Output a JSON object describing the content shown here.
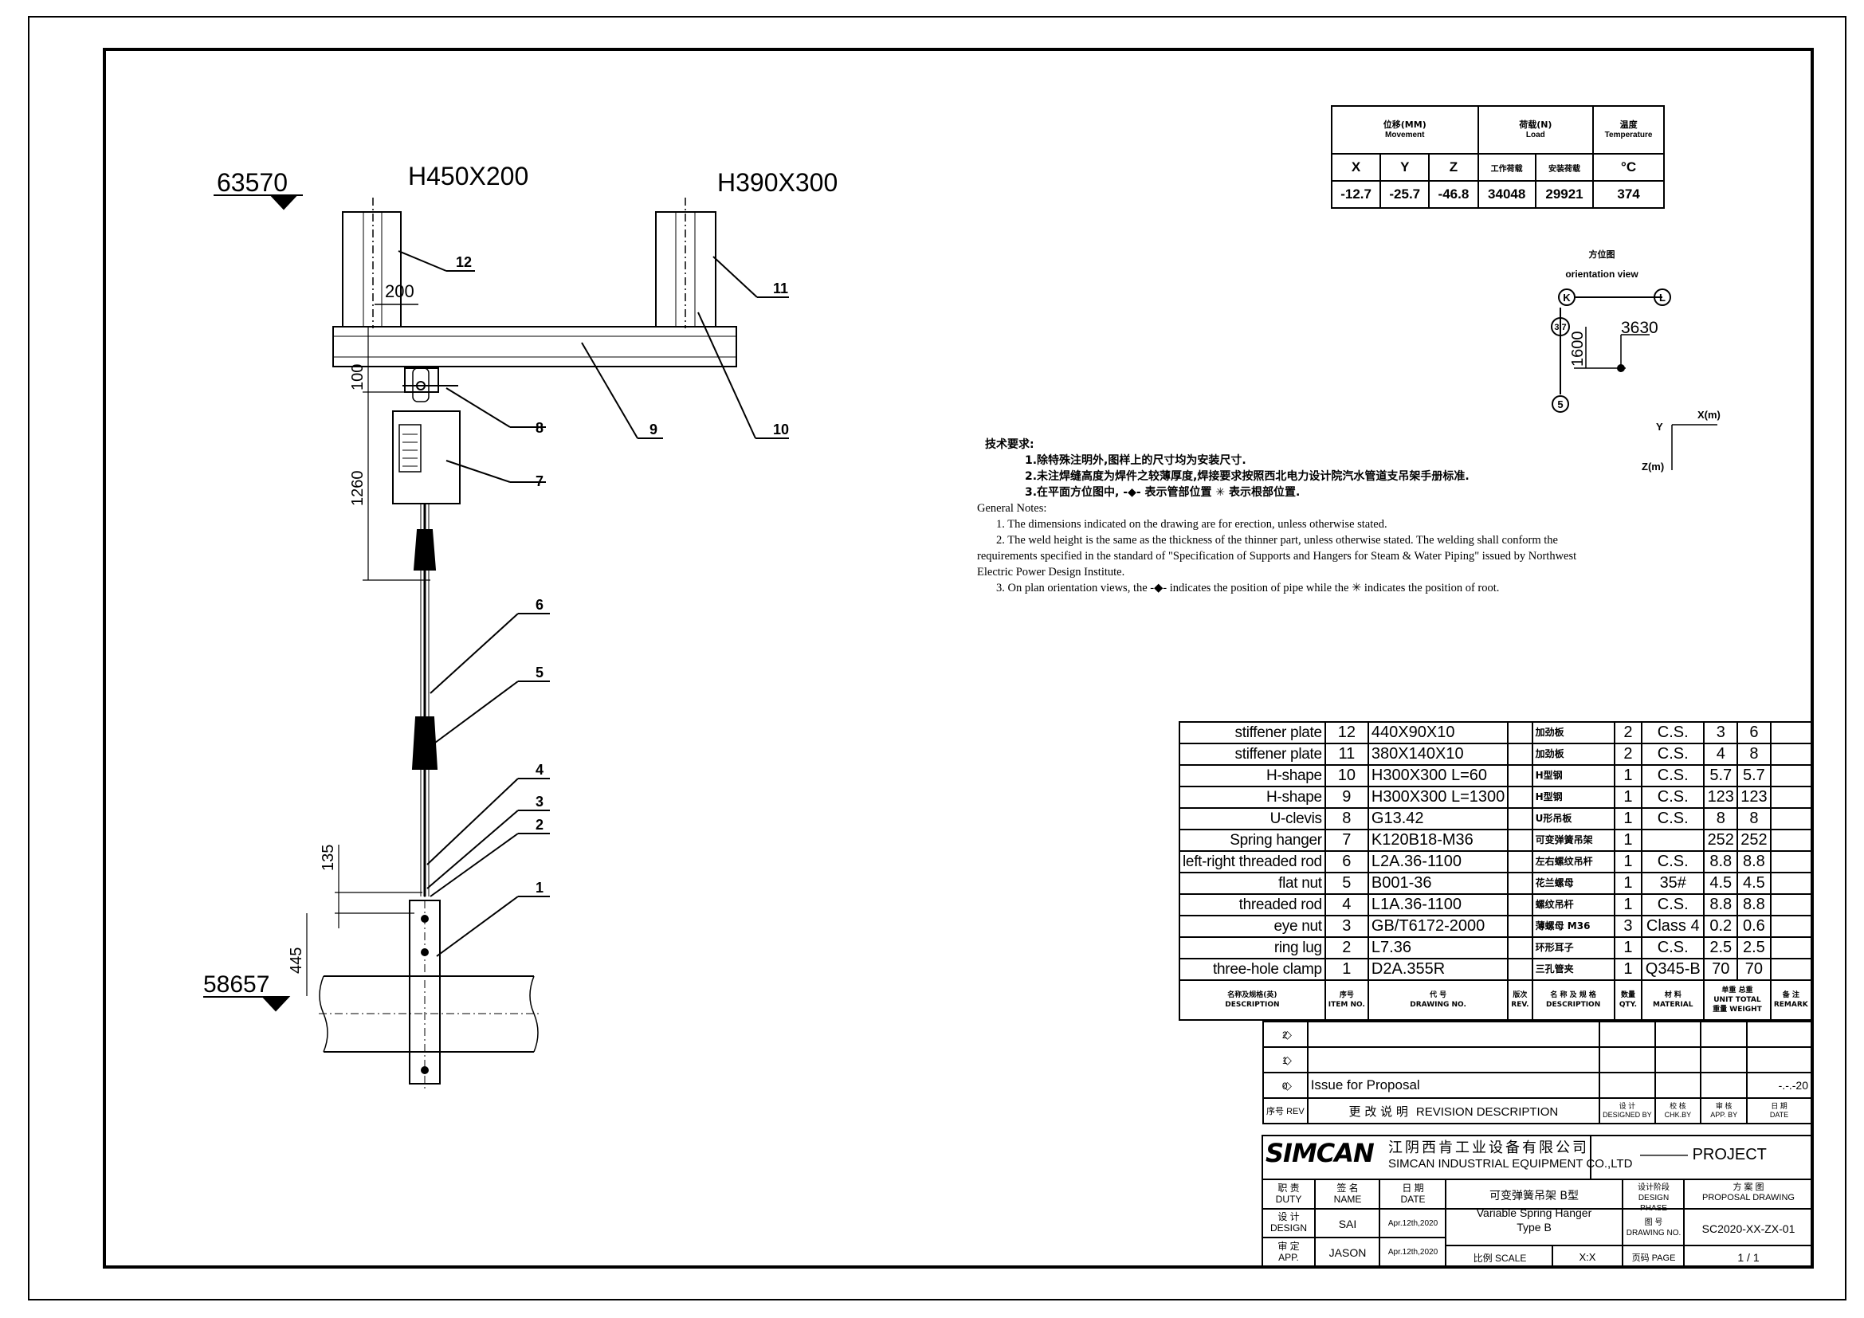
{
  "elevations": {
    "top": "63570",
    "bottom": "58657"
  },
  "beams": {
    "left": "H450X200",
    "right": "H390X300"
  },
  "dims": {
    "d200": "200",
    "d100": "100",
    "d1260": "1260",
    "d135": "135",
    "d445": "445"
  },
  "callouts": [
    "1",
    "2",
    "3",
    "4",
    "5",
    "6",
    "7",
    "8",
    "9",
    "10",
    "11",
    "12"
  ],
  "movement_table": {
    "movement": "位移(MM)",
    "movement_en": "Movement",
    "load": "荷载(N)",
    "load_en": "Load",
    "temp": "温度",
    "temp_en": "Temperature",
    "x": "X",
    "y": "Y",
    "z": "Z",
    "work_load": "工作荷载",
    "install_load": "安装荷载",
    "unit": "°C",
    "vx": "-12.7",
    "vy": "-25.7",
    "vz": "-46.8",
    "vwork": "34048",
    "vinst": "29921",
    "vtemp": "374"
  },
  "orientation": {
    "title": "方位图",
    "title_en": "orientation view",
    "k": "K",
    "l": "L",
    "c37": "3.7",
    "c5": "5",
    "d3630": "3630",
    "d1600": "1600",
    "axis_x": "X(m)",
    "axis_y": "Y",
    "axis_z": "Z(m)"
  },
  "notes": {
    "cn_title": "技术要求:",
    "cn1": "1.除特殊注明外,图样上的尺寸均为安装尺寸.",
    "cn2": "2.未注焊缝高度为焊件之较薄厚度,焊接要求按照西北电力设计院汽水管道支吊架手册标准.",
    "cn3a": "3.在平面方位图中,",
    "cn3b": "表示管部位置",
    "cn3c": "表示根部位置.",
    "en_title": "General Notes:",
    "en1": "1. The dimensions indicated on the drawing are for erection, unless otherwise stated.",
    "en2": "2. The weld height is the same as the thickness of the thinner part, unless otherwise stated. The welding shall conform the requirements specified in the standard of \"Specification of Supports and Hangers for Steam & Water Piping\" issued by Northwest Electric Power Design Institute.",
    "en3a": "3. On plan orientation views, the",
    "en3b": "indicates the position of pipe while the",
    "en3c": "indicates the position of root."
  },
  "bom": {
    "rows": [
      {
        "name": "stiffener plate",
        "no": "12",
        "dwg": "440X90X10",
        "cn": "加劲板",
        "qty": "2",
        "mat": "C.S.",
        "unit": "3",
        "total": "6",
        "remark": ""
      },
      {
        "name": "stiffener plate",
        "no": "11",
        "dwg": "380X140X10",
        "cn": "加劲板",
        "qty": "2",
        "mat": "C.S.",
        "unit": "4",
        "total": "8",
        "remark": ""
      },
      {
        "name": "H-shape",
        "no": "10",
        "dwg": "H300X300 L=60",
        "cn": "H型钢",
        "qty": "1",
        "mat": "C.S.",
        "unit": "5.7",
        "total": "5.7",
        "remark": ""
      },
      {
        "name": "H-shape",
        "no": "9",
        "dwg": "H300X300 L=1300",
        "cn": "H型钢",
        "qty": "1",
        "mat": "C.S.",
        "unit": "123",
        "total": "123",
        "remark": ""
      },
      {
        "name": "U-clevis",
        "no": "8",
        "dwg": "G13.42",
        "cn": "U形吊板",
        "qty": "1",
        "mat": "C.S.",
        "unit": "8",
        "total": "8",
        "remark": ""
      },
      {
        "name": "Spring hanger",
        "no": "7",
        "dwg": "K120B18-M36",
        "cn": "可变弹簧吊架",
        "qty": "1",
        "mat": "",
        "unit": "252",
        "total": "252",
        "remark": ""
      },
      {
        "name": "left-right threaded rod",
        "no": "6",
        "dwg": "L2A.36-1100",
        "cn": "左右螺纹吊杆",
        "qty": "1",
        "mat": "C.S.",
        "unit": "8.8",
        "total": "8.8",
        "remark": ""
      },
      {
        "name": "flat nut",
        "no": "5",
        "dwg": "B001-36",
        "cn": "花兰螺母",
        "qty": "1",
        "mat": "35#",
        "unit": "4.5",
        "total": "4.5",
        "remark": ""
      },
      {
        "name": "threaded rod",
        "no": "4",
        "dwg": "L1A.36-1100",
        "cn": "螺纹吊杆",
        "qty": "1",
        "mat": "C.S.",
        "unit": "8.8",
        "total": "8.8",
        "remark": ""
      },
      {
        "name": "eye nut",
        "no": "3",
        "dwg": "GB/T6172-2000",
        "cn": "薄螺母 M36",
        "qty": "3",
        "mat": "Class 4",
        "unit": "0.2",
        "total": "0.6",
        "remark": ""
      },
      {
        "name": "ring lug",
        "no": "2",
        "dwg": "L7.36",
        "cn": "环形耳子",
        "qty": "1",
        "mat": "C.S.",
        "unit": "2.5",
        "total": "2.5",
        "remark": ""
      },
      {
        "name": "three-hole clamp",
        "no": "1",
        "dwg": "D2A.355R",
        "cn": "三孔管夹",
        "qty": "1",
        "mat": "Q345-B",
        "unit": "70",
        "total": "70",
        "remark": ""
      }
    ],
    "hdr": {
      "name": "名称及规格(英)",
      "name_en": "DESCRIPTION",
      "no": "序号",
      "no_en": "ITEM NO.",
      "dwg": "代 号",
      "dwg_en": "DRAWING NO.",
      "rev": "版次",
      "rev_en": "REV.",
      "cn": "名 称 及 规 格",
      "cn_en": "DESCRIPTION",
      "qty": "数量",
      "qty_en": "QTY.",
      "mat": "材 料",
      "mat_en": "MATERIAL",
      "unit": "单重",
      "unit_en": "UNIT",
      "total": "总重",
      "total_en": "TOTAL",
      "weight": "重量",
      "weight_en": "WEIGHT",
      "remark": "备 注",
      "remark_en": "REMARK"
    }
  },
  "revision": {
    "r2": "2",
    "r1": "1",
    "r0": "0",
    "issue": "Issue for Proposal",
    "date_val": "-.-.-20",
    "col_no": "序号",
    "col_rev": "REV",
    "desc_cn": "更 改 说 明",
    "desc_en": "REVISION DESCRIPTION",
    "des": "设 计",
    "des_en": "DESIGNED BY",
    "chk": "校 核",
    "chk_en": "CHK.BY",
    "app": "审 核",
    "app_en": "APP. BY",
    "date": "日 期",
    "date_en": "DATE"
  },
  "titleblock": {
    "logo": "SIMCAN",
    "company_cn": "江阴西肯工业设备有限公司",
    "company_en": "SIMCAN INDUSTRIAL EQUIPMENT CO.,LTD",
    "project": "PROJECT",
    "duty": "职 责",
    "duty_en": "DUTY",
    "name": "签 名",
    "name_en": "NAME",
    "date": "日 期",
    "date_en": "DATE",
    "design": "设 计",
    "design_en": "DESIGN",
    "app": "审 定",
    "app_en": "APP.",
    "design_name": "SAI",
    "app_name": "JASON",
    "design_date": "Apr.12th,2020",
    "app_date": "Apr.12th,2020",
    "title_cn": "可变弹簧吊架 B型",
    "title_en1": "Variable Spring Hanger",
    "title_en2": "Type B",
    "scale_label": "比例 SCALE",
    "scale": "X:X",
    "phase_label": "设计阶段",
    "phase_label_en": "DESIGN PHASE",
    "phase_cn": "方 案 图",
    "phase": "PROPOSAL DRAWING",
    "dwgno_label": "图 号",
    "dwgno_label_en": "DRAWING NO.",
    "dwgno": "SC2020-XX-ZX-01",
    "page_label": "页码 PAGE",
    "page": "1 / 1"
  }
}
